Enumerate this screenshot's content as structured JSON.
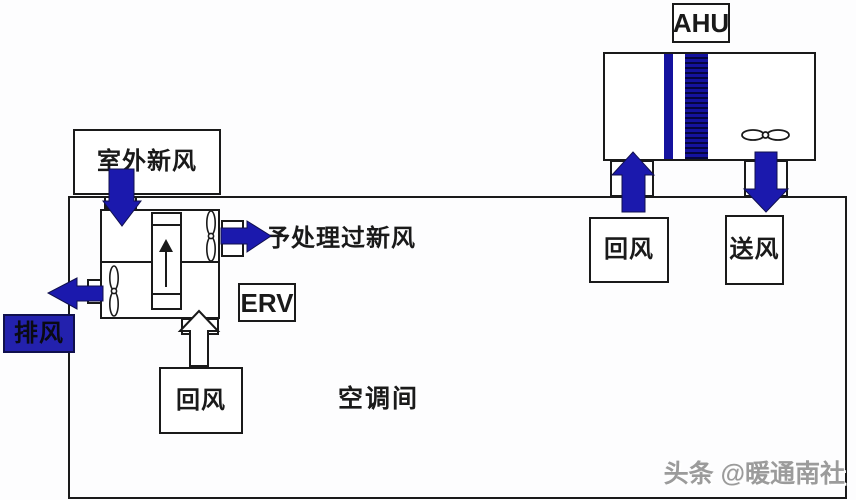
{
  "labels": {
    "outdoor_fresh_air": "室外新风",
    "pretreated_fresh_air": "予处理过新风",
    "erv": "ERV",
    "exhaust": "排风",
    "erv_return": "回风",
    "room": "空调间",
    "ahu": "AHU",
    "ahu_return": "回风",
    "ahu_supply": "送风",
    "watermark": "头条 @暖通南社"
  },
  "icons": {
    "fan_erv_top": "fan-icon",
    "fan_erv_bottom": "fan-icon",
    "fan_ahu": "fan-icon",
    "arrow_outdoor": "arrow-down",
    "arrow_pretreated": "arrow-right",
    "arrow_exhaust": "arrow-left",
    "arrow_erv_return": "arrow-up-outline",
    "arrow_ahu_return": "arrow-up",
    "arrow_ahu_supply": "arrow-down"
  },
  "colors": {
    "arrow_blue": "#1b19ad",
    "coil_blue": "#14129e",
    "coil_stripe": "#06063f",
    "exhaust_box_blue": "#2321ad",
    "line_black": "#1a1a1a",
    "watermark_gray": "#9b9b9b"
  }
}
